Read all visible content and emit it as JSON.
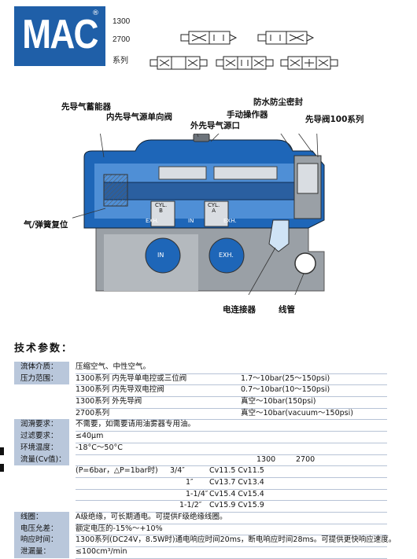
{
  "header": {
    "logo_text": "MAC",
    "logo_reg": "®",
    "series_1300": "1300",
    "series_2700": "2700",
    "series_label": "系列"
  },
  "colors": {
    "brand_blue": "#1f5fa8",
    "label_band": "#b9c7db",
    "valve_blue": "#1e66b8",
    "valve_gray": "#8f969c"
  },
  "diagram": {
    "callouts": {
      "pilot_accumulator": "先导气蓄能器",
      "internal_pilot_check": "内先导气源单向阀",
      "external_pilot_port": "外先导气源口",
      "manual_operator": "手动操作器",
      "water_dust_seal": "防水防尘密封",
      "pilot_valve_100": "先导阀100系列",
      "air_spring_return": "气/弹簧复位",
      "electrical_connector": "电连接器",
      "coil": "线管"
    },
    "ports": {
      "cyl_b": "CYL.\nB",
      "cyl_a": "CYL.\nA",
      "exh_left": "EXH.",
      "in_center": "IN",
      "exh_right": "EXH.",
      "in_bottom": "IN",
      "exh_bottom": "EXH."
    }
  },
  "specs": {
    "title": "技术参数：",
    "rows": [
      {
        "label": "流体介质：",
        "cols": [
          "压缩空气、中性空气。"
        ]
      },
      {
        "label": "压力范围：",
        "cols": [
          "1300系列  内先导单电控或三位阀",
          "1.7～10bar(25～150psi)"
        ]
      },
      {
        "label": "",
        "cols": [
          "1300系列  内先导双电控阀",
          "0.7～10bar(10～150psi)"
        ]
      },
      {
        "label": "",
        "cols": [
          "1300系列  外先导阀",
          "真空～10bar(150psi)"
        ]
      },
      {
        "label": "",
        "cols": [
          "2700系列",
          "真空～10bar(vacuum～150psi)"
        ]
      },
      {
        "label": "润滑要求：",
        "cols": [
          "不需要，如需要请用油雾器专用油。"
        ]
      },
      {
        "label": "过滤要求：",
        "cols": [
          "≤40μm"
        ]
      },
      {
        "label": "环境温度：",
        "cols": [
          "-18°C～50°C"
        ]
      },
      {
        "label": "流量(Cv值)：",
        "cols": [
          "1300",
          "2700"
        ]
      },
      {
        "label": "",
        "cols": [
          "(P=6bar，△P=1bar时)",
          "3/4″",
          "Cv11.5 Cv11.5"
        ]
      },
      {
        "label": "",
        "cols": [
          "1″",
          "Cv13.7 Cv13.4"
        ]
      },
      {
        "label": "",
        "cols": [
          "1-1/4″",
          "Cv15.4 Cv15.4"
        ]
      },
      {
        "label": "",
        "cols": [
          "1-1/2″",
          "Cv15.9 Cv15.9"
        ]
      },
      {
        "label": "线圈：",
        "cols": [
          "A级绝缘，可长期通电。可提供F级绝缘线圈。"
        ]
      },
      {
        "label": "电压允差：",
        "cols": [
          "额定电压的-15%～+10%"
        ]
      },
      {
        "label": "响应时间：",
        "cols": [
          "1300系列(DC24V，8.5W时)通电响应时间20ms，断电响应时间28ms。可提供更快响应速度。"
        ]
      },
      {
        "label": "泄漏量：",
        "cols": [
          "≤100cm³/min"
        ]
      }
    ]
  }
}
